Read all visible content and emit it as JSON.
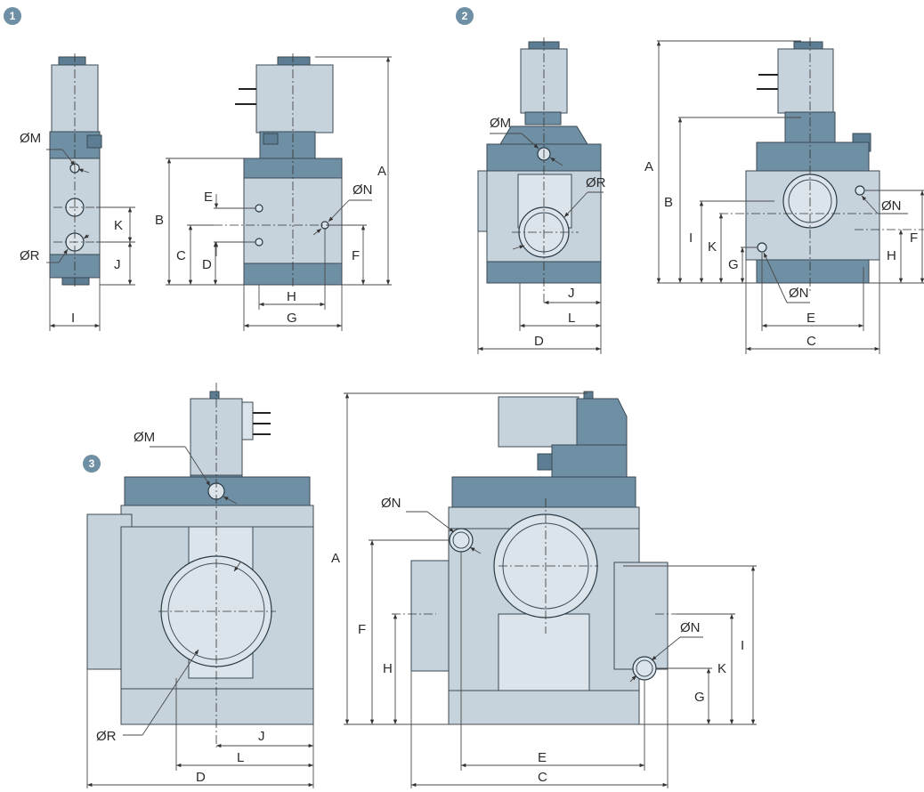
{
  "badges": [
    "1",
    "2",
    "3"
  ],
  "colors": {
    "badge": "#6f8fa4",
    "body": "#c7d3dc",
    "dark_band": "#6f8fa4",
    "line": "#3a4a55"
  },
  "figure1": {
    "side_labels": {
      "M": "ØM",
      "R": "ØR",
      "K": "K",
      "J": "J",
      "I": "I"
    },
    "front_labels": {
      "E": "E",
      "B": "B",
      "C": "C",
      "D": "D",
      "N": "ØN",
      "A": "A",
      "F": "F",
      "H": "H",
      "G": "G"
    }
  },
  "figure2": {
    "left_labels": {
      "M": "ØM",
      "R": "ØR",
      "J": "J",
      "L": "L",
      "D": "D"
    },
    "right_labels": {
      "A": "A",
      "B": "B",
      "I": "I",
      "K": "K",
      "G": "G",
      "N1": "ØN",
      "N2": "ØN",
      "F": "F",
      "H": "H",
      "E": "E",
      "C": "C"
    }
  },
  "figure3": {
    "left_labels": {
      "M": "ØM",
      "R": "ØR",
      "J": "J",
      "L": "L",
      "D": "D"
    },
    "right_labels": {
      "N1": "ØN",
      "N2": "ØN",
      "A": "A",
      "F": "F",
      "H": "H",
      "I": "I",
      "K": "K",
      "G": "G",
      "E": "E",
      "C": "C"
    }
  }
}
